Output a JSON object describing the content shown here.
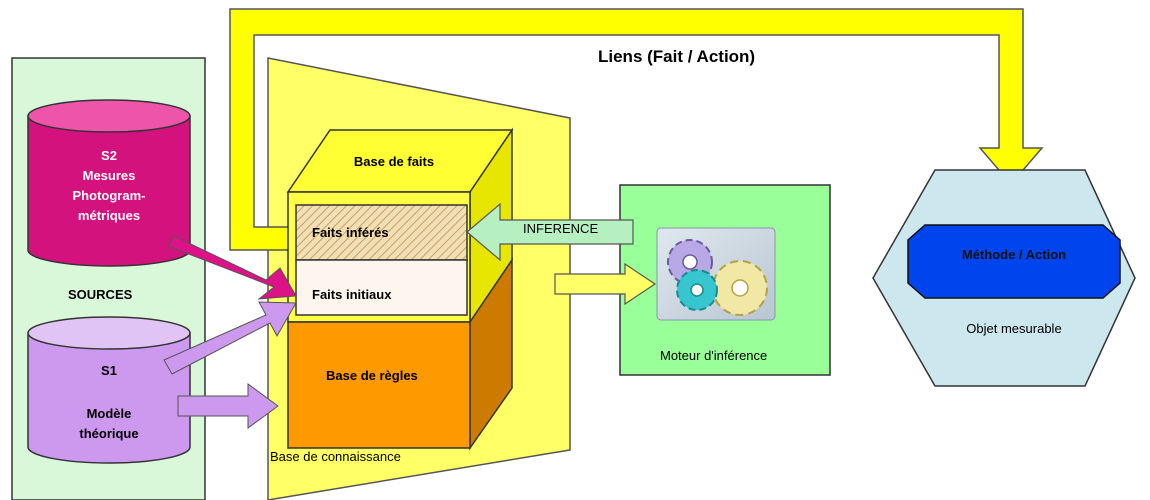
{
  "links_title": "Liens (Fait / Action)",
  "sources": {
    "label": "SOURCES",
    "s2": {
      "id": "S2",
      "line1": "Mesures",
      "line2": "Photogram-",
      "line3": "métriques"
    },
    "s1": {
      "id": "S1",
      "line1": "Modèle",
      "line2": "théorique"
    }
  },
  "knowledge_base": {
    "label": "Base de connaissance",
    "facts_base": "Base de faits",
    "inferred_facts": "Faits inférés",
    "initial_facts": "Faits initiaux",
    "rules_base": "Base de règles"
  },
  "inference_label": "INFERENCE",
  "engine_label": "Moteur d'inférence",
  "method_action": "Méthode / Action",
  "measurable_object": "Objet mesurable",
  "colors": {
    "yellow": "#ffff00",
    "source_green": "#d9f7d9",
    "magenta": "#d4127e",
    "violet": "#cc99ee",
    "orange": "#ff9900",
    "engine_green": "#99ff99",
    "hex_blue": "#cce8ee",
    "method_blue": "#0044ee"
  }
}
